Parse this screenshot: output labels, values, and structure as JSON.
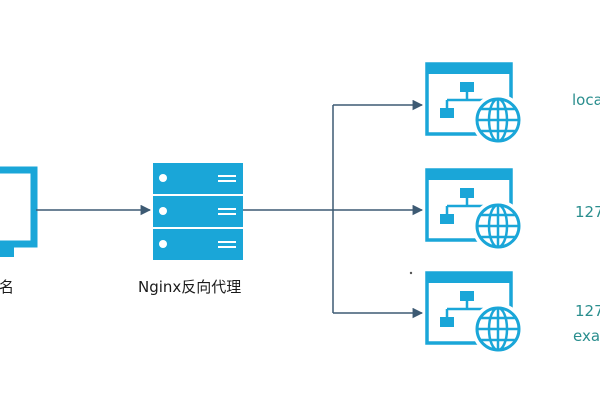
{
  "diagram": {
    "client_label": "域名",
    "proxy_label": "Nginx反向代理",
    "targets": [
      {
        "label": "loca"
      },
      {
        "label": "127"
      },
      {
        "label": "127",
        "label2": "exa"
      }
    ],
    "colors": {
      "primary": "#1aa6d8",
      "arrow": "#3d5a73",
      "target_text": "#2a8e8e"
    }
  }
}
